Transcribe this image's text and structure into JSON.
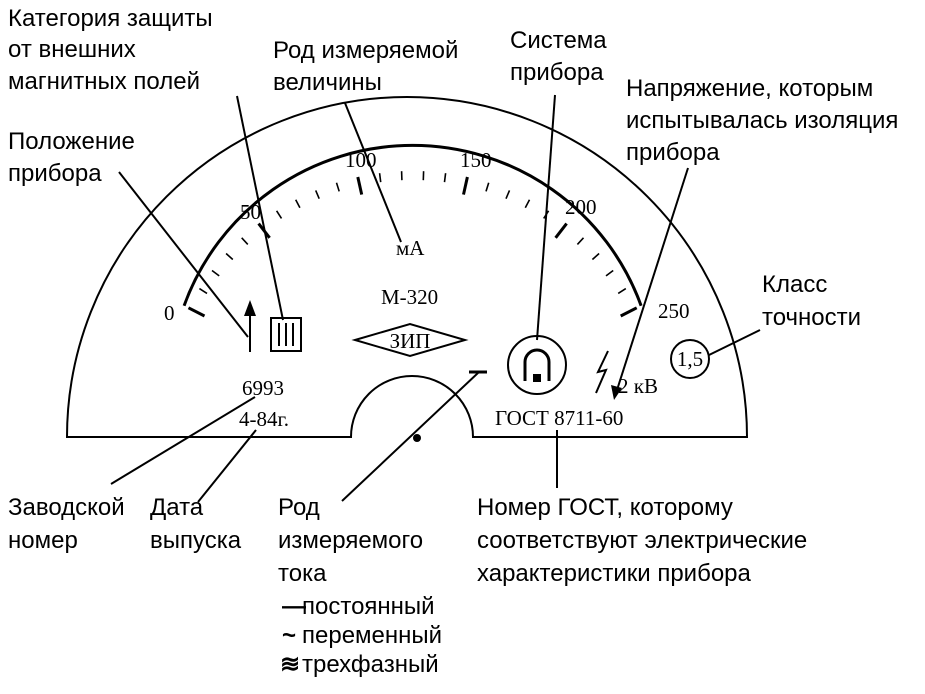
{
  "callouts": {
    "category": [
      "Категория защиты",
      "от внешних",
      "магнитных полей"
    ],
    "quantity": [
      "Род измеряемой",
      "величины"
    ],
    "system": [
      "Система",
      "прибора"
    ],
    "voltage": [
      "Напряжение, которым",
      "испытывалась изоляция",
      "прибора"
    ],
    "position": [
      "Положение",
      "прибора"
    ],
    "accuracy": [
      "Класс",
      "точности"
    ],
    "serial": [
      "Заводской",
      "номер"
    ],
    "date": [
      "Дата",
      "выпуска"
    ],
    "current": [
      "Род",
      "измеряемого",
      "тока"
    ],
    "gost": [
      "Номер ГОСТ, которому",
      "соответствуют электрические",
      "характеристики прибора"
    ]
  },
  "current_types": [
    {
      "symbol": "—",
      "label": "постоянный"
    },
    {
      "symbol": "~",
      "label": "переменный"
    },
    {
      "symbol": "≋",
      "label": "трехфазный"
    }
  ],
  "scale": {
    "labels": [
      "0",
      "50",
      "100",
      "150",
      "200",
      "250"
    ],
    "min": 0,
    "max": 250,
    "minor_step": 10,
    "major_step": 50
  },
  "dial": {
    "unit": "мА",
    "model": "М-320",
    "badge": "ЗИП",
    "magnetic_category": "III",
    "test_voltage": "2 кВ",
    "accuracy_class": "1,5",
    "serial_number": "6993",
    "issue_date": "4-84г.",
    "gost": "ГОСТ 8711-60"
  }
}
